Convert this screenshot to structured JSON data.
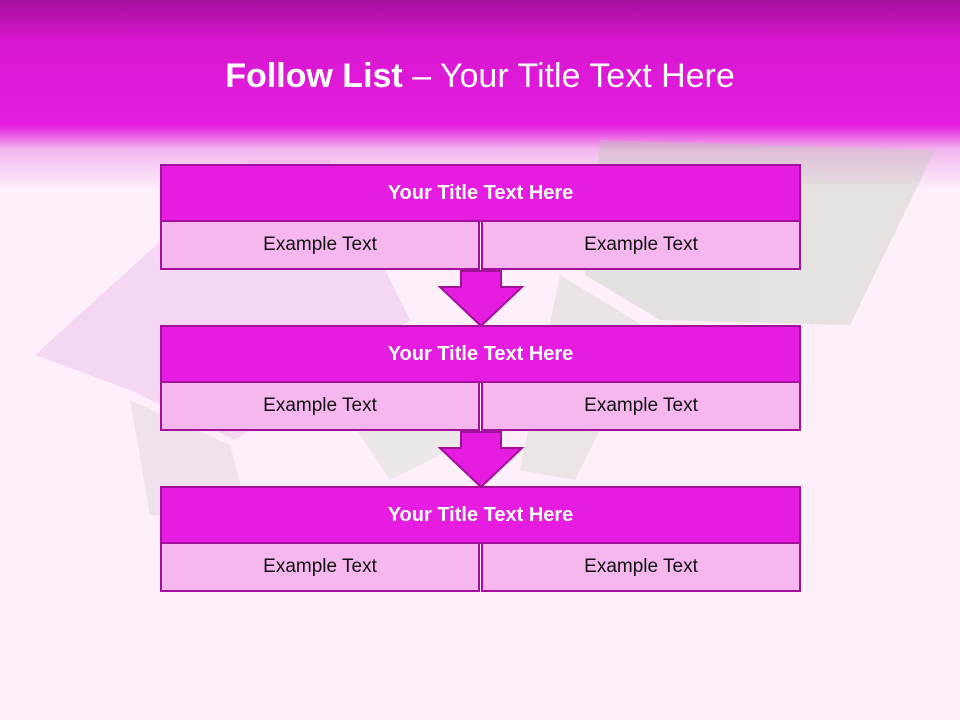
{
  "title": {
    "bold": "Follow List",
    "rest": " – Your Title Text Here"
  },
  "rows": [
    {
      "title": "Your Title Text Here",
      "left": "Example Text",
      "right": "Example Text"
    },
    {
      "title": "Your Title Text Here",
      "left": "Example Text",
      "right": "Example Text"
    },
    {
      "title": "Your Title Text Here",
      "left": "Example Text",
      "right": "Example Text"
    }
  ],
  "colors": {
    "header": "#e51ce0",
    "box_title": "#e61ce0",
    "box_cell": "#f5b7ee",
    "border": "#a3109a"
  }
}
